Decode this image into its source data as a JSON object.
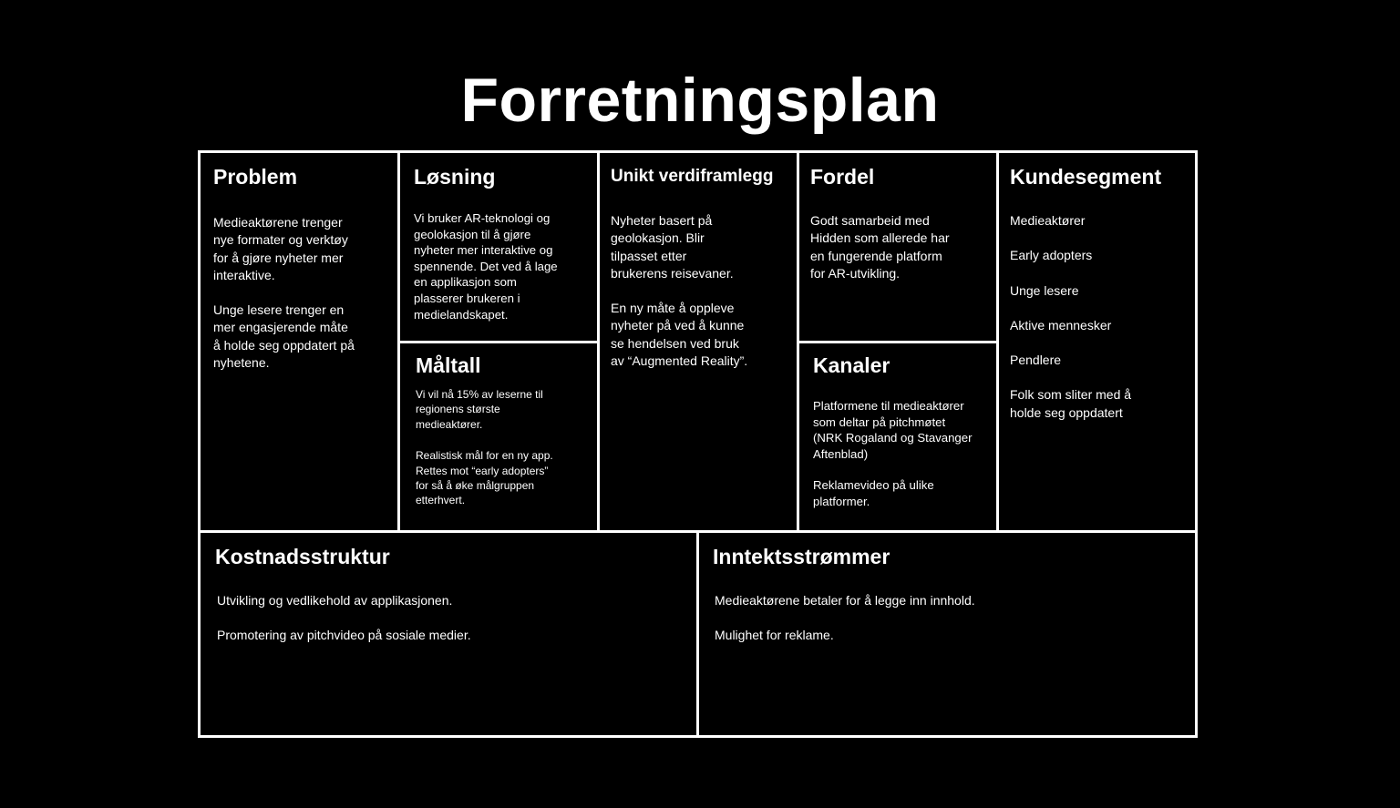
{
  "title": "Forretningsplan",
  "problem": {
    "heading": "Problem",
    "p1": "Medieaktørene trenger\nnye formater og verktøy\nfor å gjøre nyheter mer\ninteraktive.",
    "p2": "Unge lesere trenger en\nmer engasjerende måte\nå holde seg oppdatert på\nnyhetene."
  },
  "losning": {
    "heading": "Løsning",
    "p1": "Vi bruker AR-teknologi og\ngeolokasjon til å gjøre\nnyheter mer interaktive og\nspennende. Det ved å lage\nen applikasjon som\nplasserer brukeren i\nmedielandskapet."
  },
  "maltall": {
    "heading": "Måltall",
    "p1": "Vi vil nå 15% av leserne til\nregionens største\nmedieaktører.",
    "p2": "Realistisk mål for en ny app.\nRettes mot “early adopters”\nfor så å øke målgruppen\netterhvert."
  },
  "verdiframlegg": {
    "heading": "Unikt verdiframlegg",
    "p1": "Nyheter basert på\ngeolokasjon. Blir\ntilpasset etter\nbrukerens reisevaner.",
    "p2": "En ny måte å oppleve\nnyheter på ved å kunne\nse hendelsen ved bruk\nav “Augmented Reality”."
  },
  "fordel": {
    "heading": "Fordel",
    "p1": "Godt samarbeid med\nHidden som allerede har\nen fungerende platform\nfor AR-utvikling."
  },
  "kanaler": {
    "heading": "Kanaler",
    "p1": "Platformene til medieaktører\nsom deltar på pitchmøtet\n(NRK Rogaland og Stavanger\nAftenblad)",
    "p2": "Reklamevideo på ulike\nplatformer."
  },
  "kundesegment": {
    "heading": "Kundesegment",
    "items": [
      "Medieaktører",
      "Early adopters",
      "Unge lesere",
      "Aktive mennesker",
      "Pendlere",
      "Folk som sliter med å\nholde seg oppdatert"
    ]
  },
  "kostnad": {
    "heading": "Kostnadsstruktur",
    "p1": "Utvikling og vedlikehold av applikasjonen.",
    "p2": "Promotering av pitchvideo på sosiale medier."
  },
  "inntekt": {
    "heading": "Inntektsstrømmer",
    "p1": "Medieaktørene betaler for å legge inn innhold.",
    "p2": "Mulighet for reklame."
  }
}
